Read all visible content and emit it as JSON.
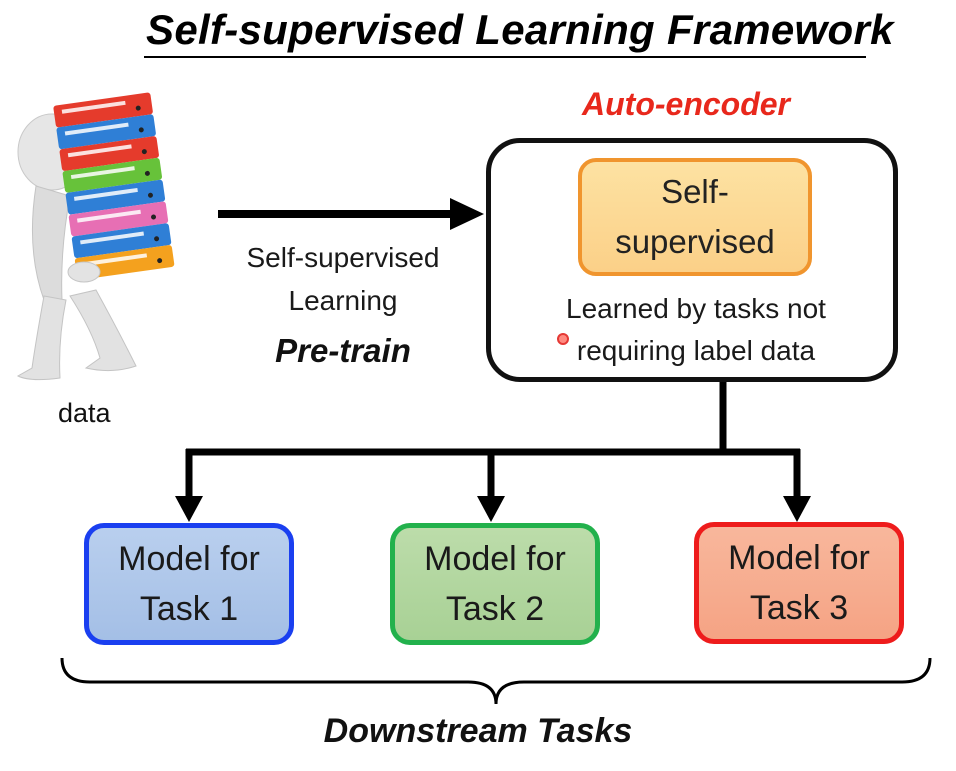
{
  "title": "Self-supervised Learning Framework",
  "data_label": "data",
  "arrow": {
    "caption_line1": "Self-supervised",
    "caption_line2": "Learning",
    "pretrain": "Pre-train"
  },
  "autoencoder": {
    "title": "Auto-encoder",
    "inner_line1": "Self-",
    "inner_line2": "supervised",
    "desc_line1": "Learned by tasks not",
    "desc_line2": "requiring label data"
  },
  "tasks": [
    {
      "line1": "Model for",
      "line2": "Task 1"
    },
    {
      "line1": "Model for",
      "line2": "Task 2"
    },
    {
      "line1": "Model for",
      "line2": "Task 3"
    }
  ],
  "downstream": "Downstream Tasks",
  "colors": {
    "accent_red": "#e8281c",
    "orange_border": "#f0952e",
    "task1_border": "#1a3ff0",
    "task2_border": "#22b14c",
    "task3_border": "#ee1c1c"
  }
}
